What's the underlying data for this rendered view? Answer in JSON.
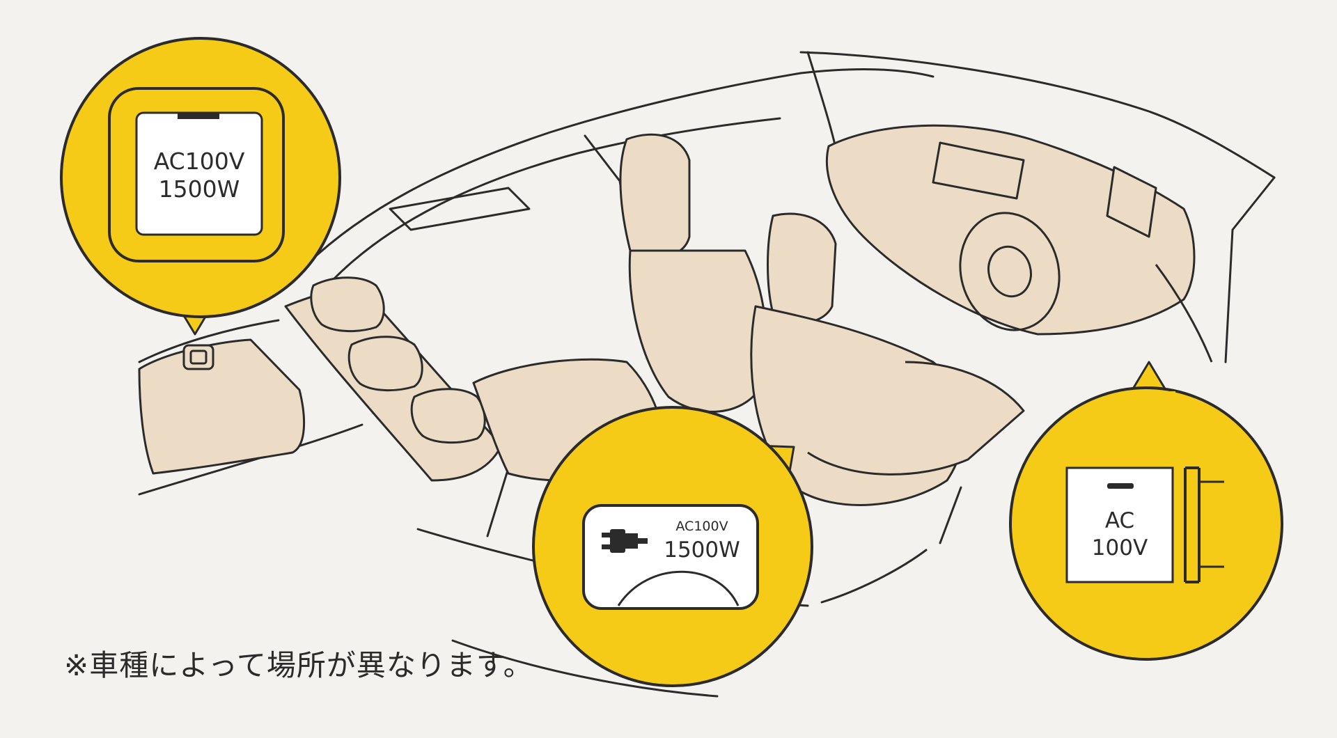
{
  "callouts": {
    "rear": {
      "line1": "AC100V",
      "line2": "1500W"
    },
    "center": {
      "line1": "AC100V",
      "line2": "1500W"
    },
    "front": {
      "line1": "AC",
      "line2": "100V"
    }
  },
  "footnote": "※車種によって場所が異なります。",
  "colors": {
    "background": "#f4f2ef",
    "callout_yellow": "#f6cb17",
    "interior_beige": "#ecdcc5",
    "outline": "#2b2b2b"
  },
  "icons": {
    "center_outlet": "plug-icon"
  }
}
